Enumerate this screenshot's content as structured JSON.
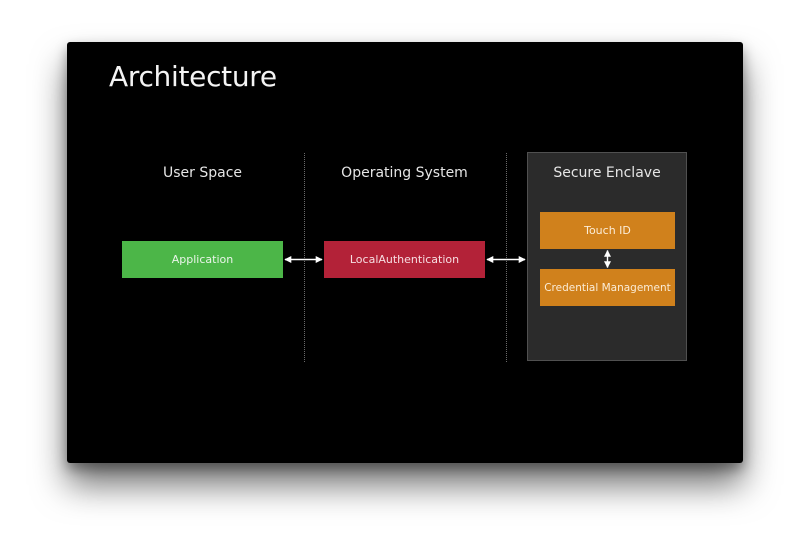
{
  "title": "Architecture",
  "columns": [
    {
      "label": "User Space"
    },
    {
      "label": "Operating System"
    },
    {
      "label": "Secure Enclave"
    }
  ],
  "boxes": {
    "application": "Application",
    "local_authentication": "LocalAuthentication",
    "touch_id": "Touch ID",
    "credential_management": "Credential Management"
  },
  "colors": {
    "slide_background": "#000000",
    "application": "#4cb648",
    "local_authentication": "#b32238",
    "secure_enclave_items": "#d0811c",
    "secure_enclave_panel": "#2b2b2b"
  }
}
